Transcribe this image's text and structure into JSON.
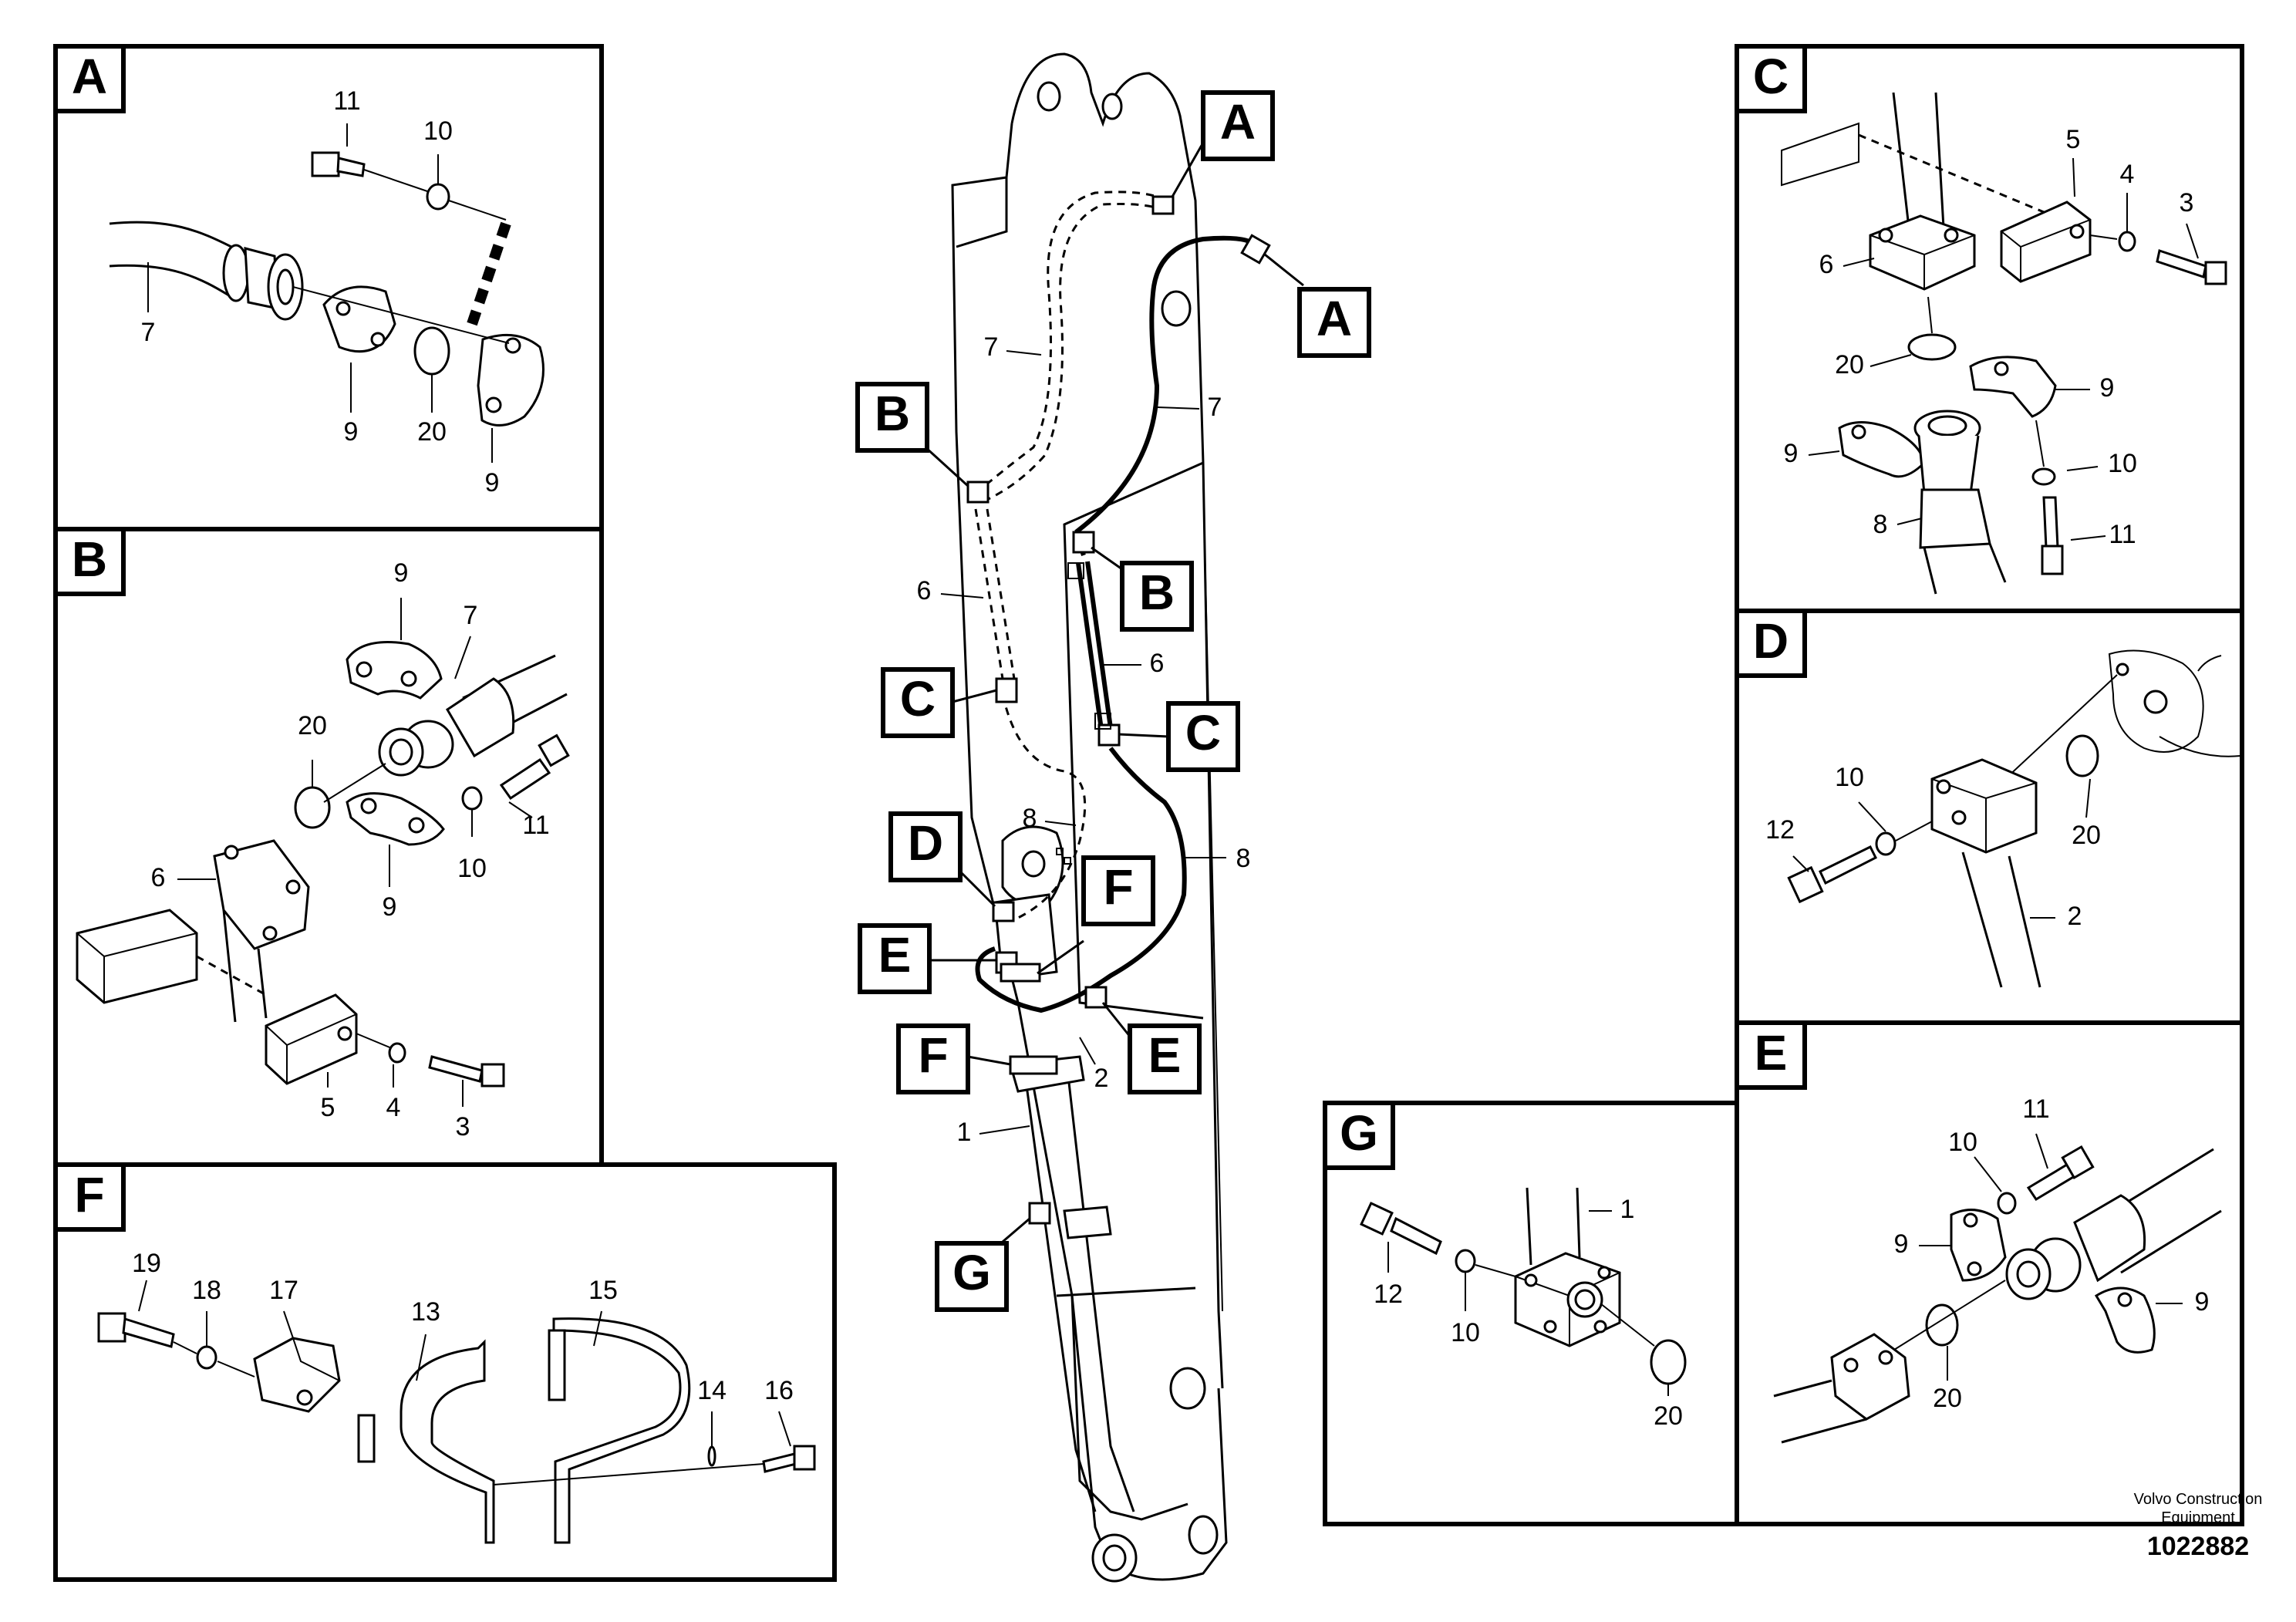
{
  "panels": {
    "A": {
      "letter": "A",
      "numbers": {
        "n11": "11",
        "n10": "10",
        "n7": "7",
        "n9a": "9",
        "n20": "20",
        "n9b": "9"
      }
    },
    "B": {
      "letter": "B",
      "numbers": {
        "n9a": "9",
        "n7": "7",
        "n20": "20",
        "n11": "11",
        "n6": "6",
        "n10": "10",
        "n9b": "9",
        "n5": "5",
        "n4": "4",
        "n3": "3"
      }
    },
    "C": {
      "letter": "C",
      "numbers": {
        "n5": "5",
        "n4": "4",
        "n3": "3",
        "n6": "6",
        "n20": "20",
        "n9a": "9",
        "n9b": "9",
        "n10": "10",
        "n8": "8",
        "n11": "11"
      }
    },
    "D": {
      "letter": "D",
      "numbers": {
        "n10": "10",
        "n12": "12",
        "n20": "20",
        "n2": "2"
      }
    },
    "E": {
      "letter": "E",
      "numbers": {
        "n11": "11",
        "n10": "10",
        "n9a": "9",
        "n9b": "9",
        "n20": "20"
      }
    },
    "F": {
      "letter": "F",
      "numbers": {
        "n19": "19",
        "n18": "18",
        "n17": "17",
        "n13": "13",
        "n15": "15",
        "n14": "14",
        "n16": "16"
      }
    },
    "G": {
      "letter": "G",
      "numbers": {
        "n1": "1",
        "n12": "12",
        "n10": "10",
        "n20": "20"
      }
    }
  },
  "center": {
    "callouts": {
      "A1": "A",
      "A2": "A",
      "B1": "B",
      "B2": "B",
      "C1": "C",
      "C2": "C",
      "D1": "D",
      "E1": "E",
      "E2": "E",
      "F1": "F",
      "F2": "F",
      "G1": "G"
    },
    "numbers": {
      "n7a": "7",
      "n7b": "7",
      "n6a": "6",
      "n6b": "6",
      "n8a": "8",
      "n8b": "8",
      "n2": "2",
      "n1": "1"
    }
  },
  "footer": {
    "company_line1": "Volvo Construction",
    "company_line2": "Equipment",
    "drawing_number": "1022882"
  }
}
